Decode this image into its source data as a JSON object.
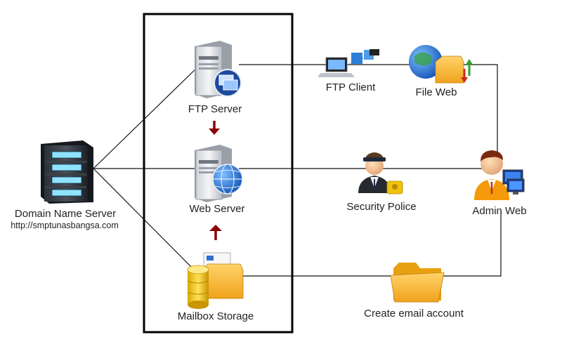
{
  "nodes": {
    "dns": {
      "label": "Domain Name Server",
      "sublabel": "http://smptunasbangsa.com"
    },
    "ftp_server": {
      "label": "FTP Server"
    },
    "web_server": {
      "label": "Web Server"
    },
    "mailbox": {
      "label": "Mailbox Storage"
    },
    "ftp_client": {
      "label": "FTP Client"
    },
    "file_web": {
      "label": "File Web"
    },
    "security": {
      "label": "Security Police"
    },
    "admin_web": {
      "label": "Admin Web"
    },
    "create_email": {
      "label": "Create email account"
    }
  },
  "icons": {
    "dns": "server-rack-icon",
    "ftp_server": "server-tower-window-icon",
    "web_server": "server-tower-globe-icon",
    "mailbox": "mailbox-database-icon",
    "ftp_client": "network-computers-icon",
    "file_web": "globe-folder-icon",
    "security": "security-officer-icon",
    "admin_web": "admin-user-monitor-icon",
    "create_email": "folder-icon"
  },
  "colors": {
    "line": "#111111",
    "arrow": "#8b0000",
    "box": "#000000"
  }
}
